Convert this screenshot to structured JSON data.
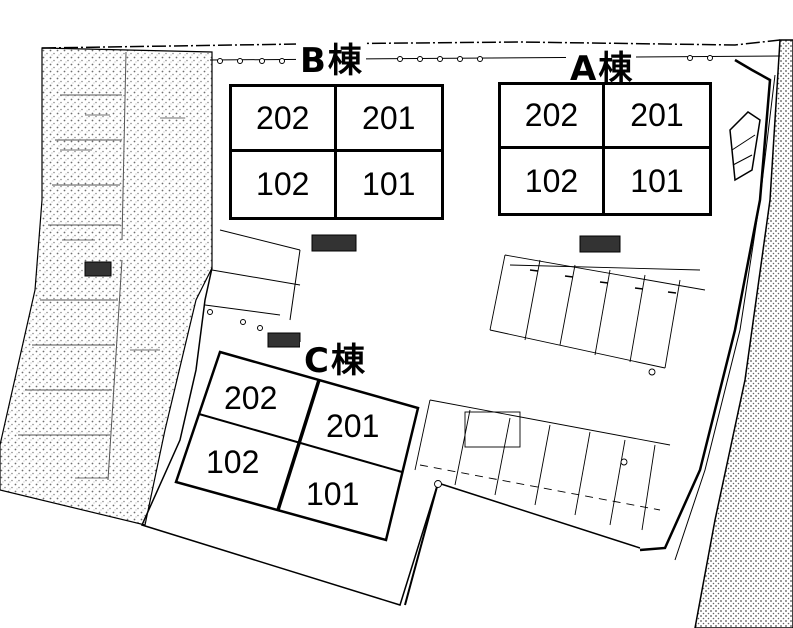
{
  "buildings": {
    "b": {
      "letter": "B",
      "suffix": "棟",
      "units": {
        "tl": "202",
        "tr": "201",
        "bl": "102",
        "br": "101"
      }
    },
    "a": {
      "letter": "A",
      "suffix": "棟",
      "units": {
        "tl": "202",
        "tr": "201",
        "bl": "102",
        "br": "101"
      }
    },
    "c": {
      "letter": "C",
      "suffix": "棟",
      "units": {
        "tl": "202",
        "tr": "201",
        "bl": "102",
        "br": "101"
      }
    }
  },
  "colors": {
    "line": "#000000",
    "stipple": "#777777",
    "background": "#ffffff"
  }
}
